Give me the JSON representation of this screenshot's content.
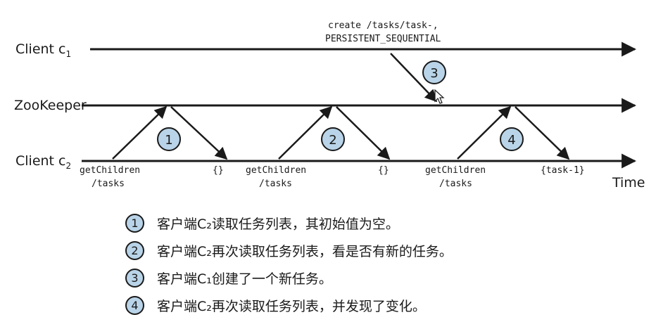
{
  "lanes": {
    "client_c1": {
      "label": "Client c",
      "sub": "1"
    },
    "zookeeper": {
      "label": "ZooKeeper"
    },
    "client_c2": {
      "label": "Client c",
      "sub": "2"
    }
  },
  "time_label": "Time",
  "create_call": {
    "line1": "create /tasks/task-,",
    "line2": "PERSISTENT_SEQUENTIAL"
  },
  "requests": [
    {
      "step": "1",
      "call_line1": "getChildren",
      "call_line2": "/tasks",
      "result": "{}"
    },
    {
      "step": "2",
      "call_line1": "getChildren",
      "call_line2": "/tasks",
      "result": "{}"
    },
    {
      "step": "4",
      "call_line1": "getChildren",
      "call_line2": "/tasks",
      "result": "{task-1}"
    }
  ],
  "create_step": "3",
  "legend": [
    {
      "num": "1",
      "text": "客户端C₂读取任务列表，其初始值为空。"
    },
    {
      "num": "2",
      "text": "客户端C₂再次读取任务列表，看是否有新的任务。"
    },
    {
      "num": "3",
      "text": "客户端C₁创建了一个新任务。"
    },
    {
      "num": "4",
      "text": "客户端C₂再次读取任务列表，并发现了变化。"
    }
  ],
  "colors": {
    "line": "#1a1a1a",
    "badge_fill": "#b9d4e8"
  }
}
